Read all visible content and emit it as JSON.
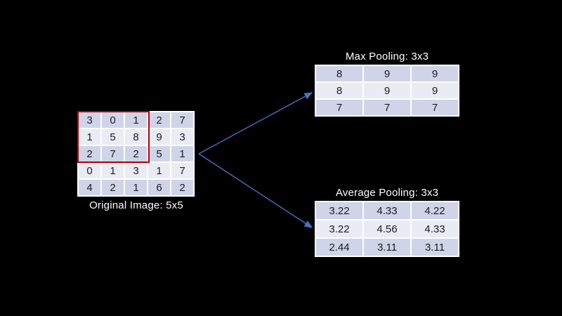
{
  "colors": {
    "background": "#000000",
    "table_gap": "#ffffff",
    "row_dark": "#cfd4e8",
    "row_light": "#e9ebf5",
    "cell_text": "#1b1b22",
    "title_text": "#ffffff",
    "arrow": "#4472c4",
    "highlight": "#b00000"
  },
  "original_table": {
    "label": "Original Image: 5x5",
    "rows": [
      [
        "3",
        "0",
        "1",
        "2",
        "7"
      ],
      [
        "1",
        "5",
        "8",
        "9",
        "3"
      ],
      [
        "2",
        "7",
        "2",
        "5",
        "1"
      ],
      [
        "0",
        "1",
        "3",
        "1",
        "7"
      ],
      [
        "4",
        "2",
        "1",
        "6",
        "2"
      ]
    ],
    "highlight_region": "top-left 3x3 window"
  },
  "max_pooling_table": {
    "title": "Max Pooling: 3x3",
    "rows": [
      [
        "8",
        "9",
        "9"
      ],
      [
        "8",
        "9",
        "9"
      ],
      [
        "7",
        "7",
        "7"
      ]
    ]
  },
  "average_pooling_table": {
    "title": "Average Pooling: 3x3",
    "rows": [
      [
        "3.22",
        "4.33",
        "4.22"
      ],
      [
        "3.22",
        "4.56",
        "4.33"
      ],
      [
        "2.44",
        "3.11",
        "3.11"
      ]
    ]
  }
}
